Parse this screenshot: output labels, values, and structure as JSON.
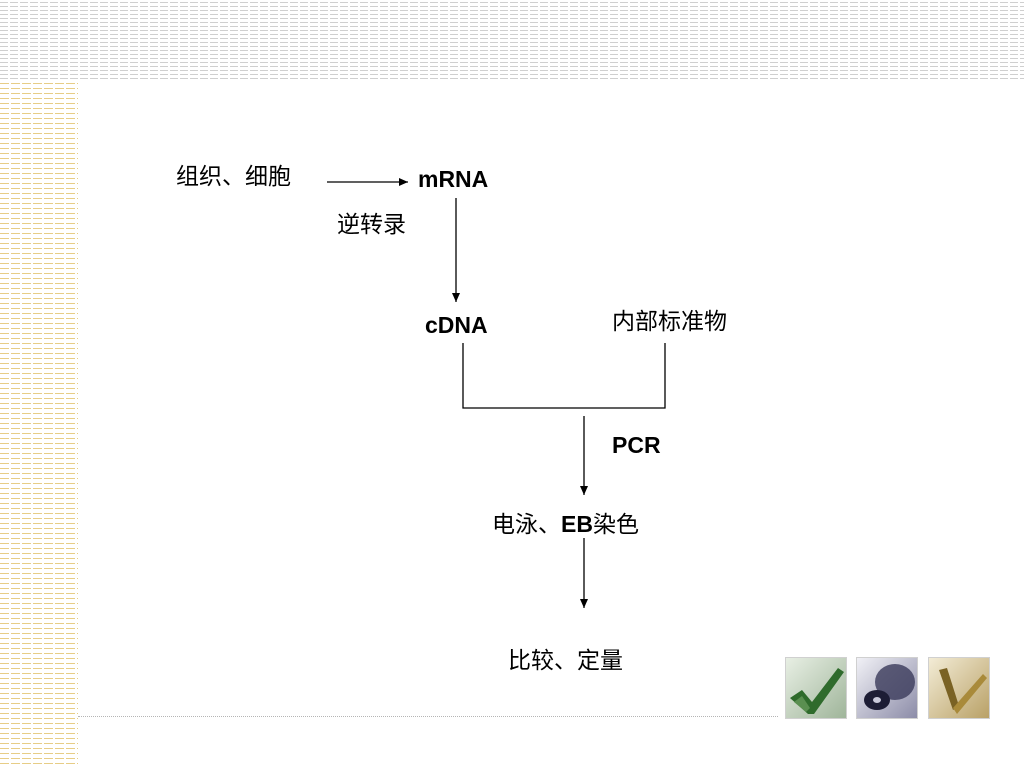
{
  "diagram": {
    "nodes": {
      "tissue_cells": "组织、细胞",
      "mrna": "mRNA",
      "cdna": "cDNA",
      "internal_standard": "内部标准物",
      "electrophoresis_prefix": "电泳、",
      "electrophoresis_eb": "EB",
      "electrophoresis_suffix": "染色",
      "compare_quantify": "比较、定量"
    },
    "edge_labels": {
      "reverse_transcription": "逆转录",
      "pcr": "PCR"
    }
  },
  "decorations": {
    "thumbnails": [
      "green-check-icon",
      "disc-icon",
      "gold-check-icon"
    ],
    "colors": {
      "top_band": "#cfcfcf",
      "left_band": "#e7cd86"
    }
  }
}
